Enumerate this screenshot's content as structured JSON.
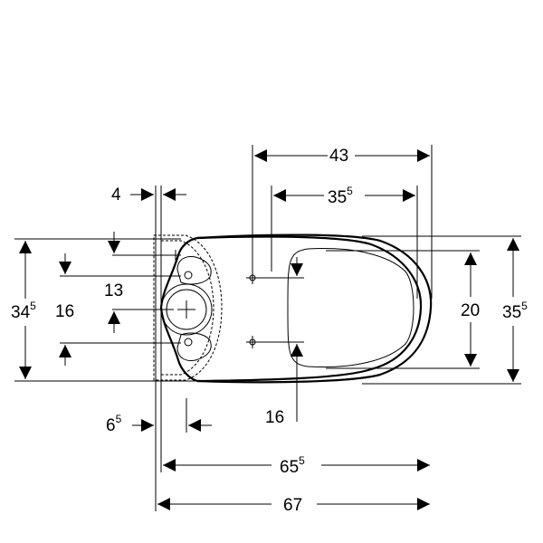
{
  "colors": {
    "line": "#000000",
    "background": "#ffffff"
  },
  "dimensions": {
    "top_43": "43",
    "inner_35_5_base": "35",
    "inner_35_5_sup": "5",
    "wall_4": "4",
    "height_34_5_base": "34",
    "height_34_5_sup": "5",
    "offset_13": "13",
    "offset_16_left": "16",
    "seat_20": "20",
    "height_35_5_base": "35",
    "height_35_5_sup": "5",
    "fix_16_bottom": "16",
    "offset_6_5_base": "6",
    "offset_6_5_sup": "5",
    "length_65_5_base": "65",
    "length_65_5_sup": "5",
    "length_67": "67"
  }
}
